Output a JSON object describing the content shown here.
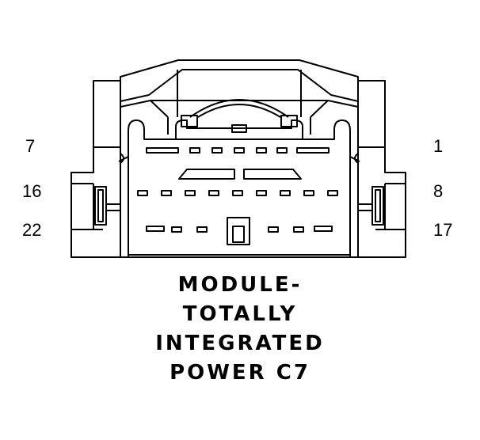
{
  "connector": {
    "pin_labels": {
      "left_top": "7",
      "left_middle": "16",
      "left_bottom": "22",
      "right_top": "1",
      "right_middle": "8",
      "right_bottom": "17"
    },
    "caption_lines": [
      "MODULE-",
      "TOTALLY",
      "INTEGRATED",
      "POWER C7"
    ],
    "line_color": "#000000",
    "background_color": "#ffffff"
  }
}
